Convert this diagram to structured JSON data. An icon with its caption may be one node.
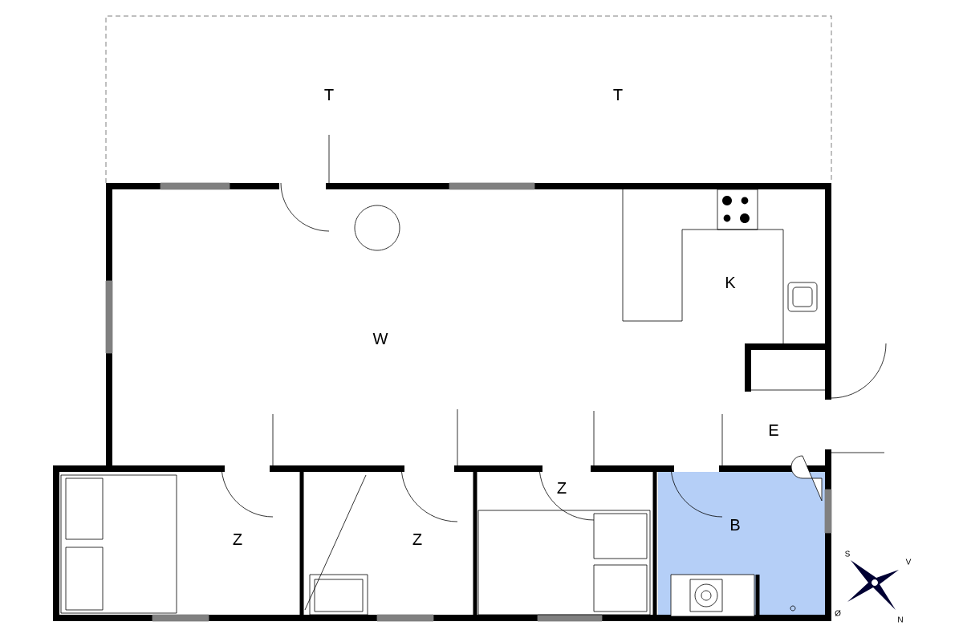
{
  "diagram": {
    "labels": [
      "T",
      "T",
      "W",
      "K",
      "E",
      "Z",
      "Z",
      "Z",
      "B",
      "S",
      "V",
      "N",
      "Ø"
    ]
  }
}
